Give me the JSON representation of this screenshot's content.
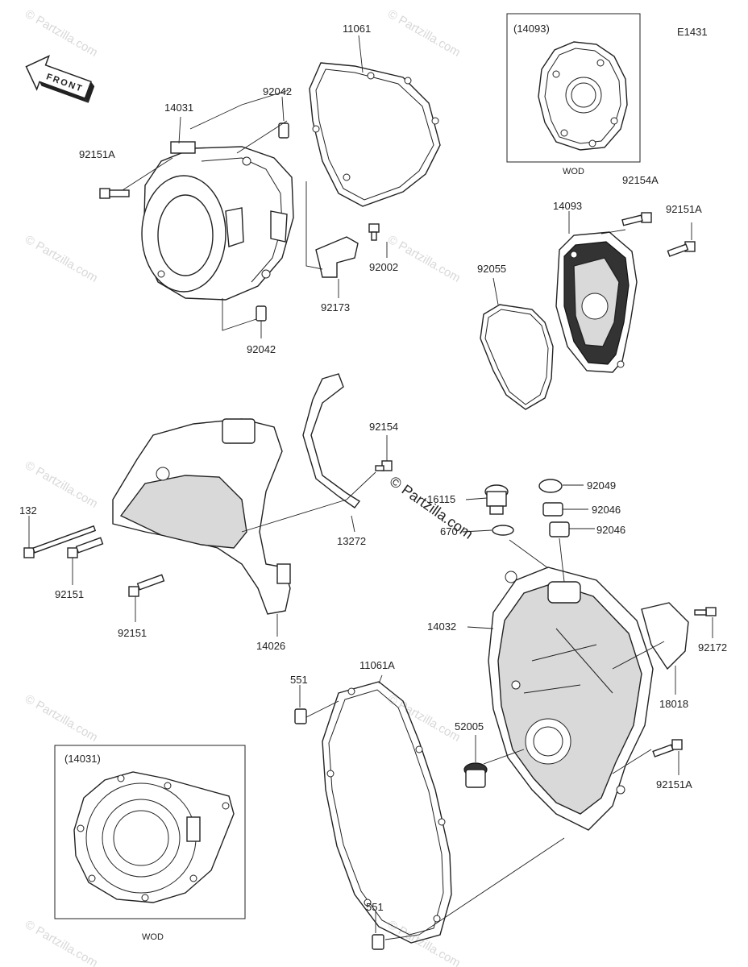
{
  "diagram_code": "E1431",
  "front_label": "FRONT",
  "watermark_text": "© Partzilla.com",
  "inset_top": {
    "ref": "(14093)",
    "caption": "WOD"
  },
  "inset_bottom": {
    "ref": "(14031)",
    "caption": "WOD"
  },
  "callouts": {
    "c11061": "11061",
    "c14031": "14031",
    "c92042_top": "92042",
    "c92151A_top": "92151A",
    "c92002": "92002",
    "c92173": "92173",
    "c92042_bottom": "92042",
    "c92154A": "92154A",
    "c14093": "14093",
    "c92151A_right": "92151A",
    "c92055": "92055",
    "c92154": "92154",
    "c132": "132",
    "c92151_a": "92151",
    "c92151_b": "92151",
    "c13272": "13272",
    "c14026": "14026",
    "c16115": "16115",
    "c670": "670",
    "c92049": "92049",
    "c92046_a": "92046",
    "c92046_b": "92046",
    "c14032": "14032",
    "c92172": "92172",
    "c18018": "18018",
    "c551_top": "551",
    "c11061A": "11061A",
    "c52005": "52005",
    "c92151A_bottom": "92151A",
    "c551_bottom": "551"
  },
  "colors": {
    "line": "#222222",
    "watermark": "#d8d8d8",
    "background": "#ffffff"
  }
}
